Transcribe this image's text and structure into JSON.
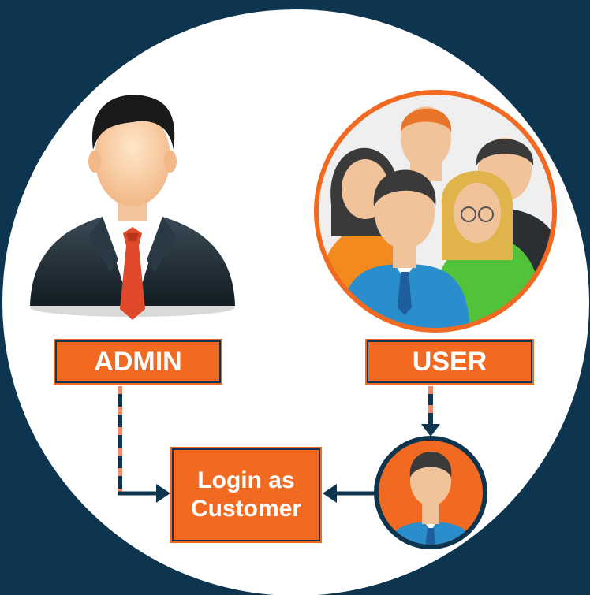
{
  "admin": {
    "label": "ADMIN"
  },
  "user": {
    "label": "USER"
  },
  "login": {
    "line1": "Login as",
    "line2": "Customer"
  },
  "colors": {
    "background": "#0d3550",
    "circle": "#ffffff",
    "accent": "#f26a22",
    "dashed_connector_dash": "#f28a6a",
    "suit": "#1d2a33",
    "tie": "#e0482a"
  },
  "icons": [
    "admin-businessman-icon",
    "user-group-icon",
    "customer-avatar-icon",
    "arrow-right-icon",
    "arrow-left-icon",
    "arrow-down-icon"
  ]
}
